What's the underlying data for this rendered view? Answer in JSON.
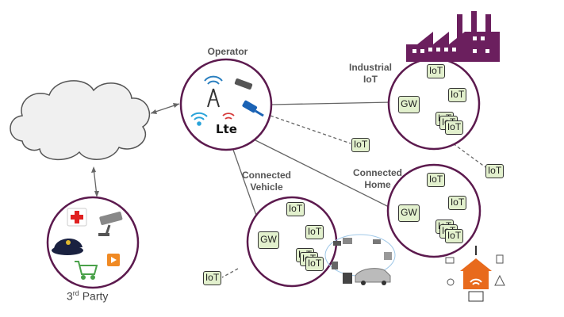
{
  "labels": {
    "operator": "Operator",
    "industrial_line1": "Industrial",
    "industrial_line2": "IoT",
    "vehicle_line1": "Connected",
    "vehicle_line2": "Vehicle",
    "home_line1": "Connected",
    "home_line2": "Home",
    "third_party_num": "3",
    "third_party_sup": "rd",
    "third_party_word": " Party",
    "lte": "Lte"
  },
  "boxes": {
    "gw": "GW",
    "iot": "IoT"
  },
  "colors": {
    "circle_border": "#5c1a4e",
    "factory": "#6b1f5e",
    "box_fill": "#e2f0cd",
    "cloud_fill": "#f0f0f0",
    "home_icon": "#e86a1c"
  }
}
